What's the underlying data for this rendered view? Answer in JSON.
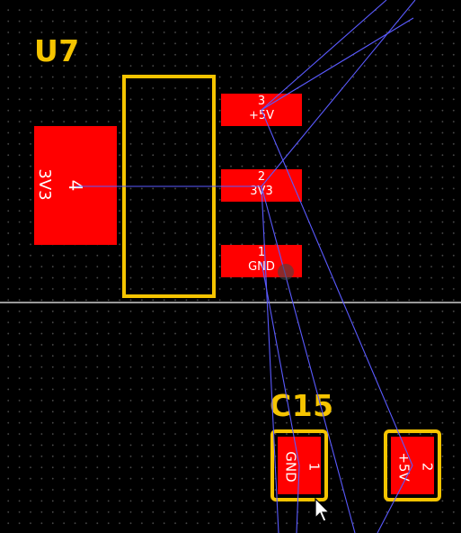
{
  "colors": {
    "silkscreen": "#f5c400",
    "pad": "#ff0000",
    "ratsnest": "#5a5aff",
    "board_edge": "#9a9a9a",
    "background": "#000000"
  },
  "components": {
    "u7": {
      "ref": "U7",
      "tab_pad": {
        "number": "4",
        "net": "3V3"
      },
      "pins": [
        {
          "number": "3",
          "net": "+5V"
        },
        {
          "number": "2",
          "net": "3V3"
        },
        {
          "number": "1",
          "net": "GND"
        }
      ]
    },
    "c15": {
      "ref": "C15",
      "pins": [
        {
          "number": "1",
          "net": "GND"
        },
        {
          "number": "2",
          "net": "+5V"
        }
      ]
    }
  },
  "cursor": {
    "icon": "arrow-pointer-icon"
  }
}
